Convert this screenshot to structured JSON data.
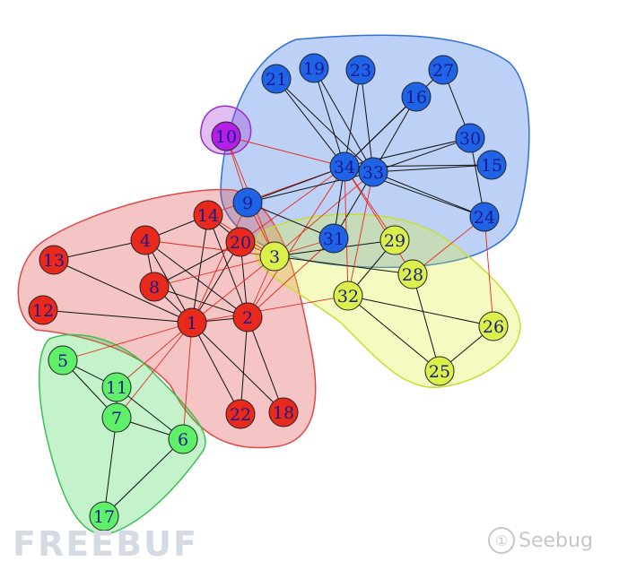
{
  "communities": [
    {
      "id": "blue",
      "fill": "#2f6fe0",
      "stroke": "#2f6fe0"
    },
    {
      "id": "red",
      "fill": "#e04848",
      "stroke": "#e04848"
    },
    {
      "id": "yellow",
      "fill": "#dcef3c",
      "stroke": "#c9dd33"
    },
    {
      "id": "green",
      "fill": "#46d65c",
      "stroke": "#3cbf52"
    },
    {
      "id": "purple",
      "fill": "#a633d8",
      "stroke": "#9a2fca"
    }
  ],
  "nodes": [
    {
      "id": "1",
      "community": "red"
    },
    {
      "id": "2",
      "community": "red"
    },
    {
      "id": "3",
      "community": "yellow"
    },
    {
      "id": "4",
      "community": "red"
    },
    {
      "id": "5",
      "community": "green"
    },
    {
      "id": "6",
      "community": "green"
    },
    {
      "id": "7",
      "community": "green"
    },
    {
      "id": "8",
      "community": "red"
    },
    {
      "id": "9",
      "community": "blue"
    },
    {
      "id": "10",
      "community": "purple"
    },
    {
      "id": "11",
      "community": "green"
    },
    {
      "id": "12",
      "community": "red"
    },
    {
      "id": "13",
      "community": "red"
    },
    {
      "id": "14",
      "community": "red"
    },
    {
      "id": "15",
      "community": "blue"
    },
    {
      "id": "16",
      "community": "blue"
    },
    {
      "id": "17",
      "community": "green"
    },
    {
      "id": "18",
      "community": "red"
    },
    {
      "id": "19",
      "community": "blue"
    },
    {
      "id": "20",
      "community": "red"
    },
    {
      "id": "21",
      "community": "blue"
    },
    {
      "id": "22",
      "community": "red"
    },
    {
      "id": "23",
      "community": "blue"
    },
    {
      "id": "24",
      "community": "blue"
    },
    {
      "id": "25",
      "community": "yellow"
    },
    {
      "id": "26",
      "community": "yellow"
    },
    {
      "id": "27",
      "community": "blue"
    },
    {
      "id": "28",
      "community": "yellow"
    },
    {
      "id": "29",
      "community": "yellow"
    },
    {
      "id": "30",
      "community": "blue"
    },
    {
      "id": "31",
      "community": "blue"
    },
    {
      "id": "32",
      "community": "yellow"
    },
    {
      "id": "33",
      "community": "blue"
    },
    {
      "id": "34",
      "community": "blue"
    }
  ],
  "node_colors": {
    "blue": "#1f63e6",
    "red": "#e8291c",
    "yellow": "#dcf04a",
    "green": "#5ff06a",
    "purple": "#b51ee6",
    "label": "#1a1a8c",
    "outline": "#222222"
  },
  "edge_colors": {
    "intra": "#111111",
    "inter": "#e8291c"
  },
  "edges": [
    [
      "1",
      "2"
    ],
    [
      "1",
      "4"
    ],
    [
      "1",
      "8"
    ],
    [
      "1",
      "12"
    ],
    [
      "1",
      "13"
    ],
    [
      "1",
      "14"
    ],
    [
      "1",
      "18"
    ],
    [
      "1",
      "20"
    ],
    [
      "1",
      "22"
    ],
    [
      "2",
      "4"
    ],
    [
      "2",
      "8"
    ],
    [
      "2",
      "14"
    ],
    [
      "2",
      "18"
    ],
    [
      "2",
      "20"
    ],
    [
      "2",
      "22"
    ],
    [
      "4",
      "8"
    ],
    [
      "4",
      "13"
    ],
    [
      "4",
      "14"
    ],
    [
      "8",
      "20"
    ],
    [
      "14",
      "20"
    ],
    [
      "1",
      "3"
    ],
    [
      "2",
      "3"
    ],
    [
      "8",
      "3"
    ],
    [
      "4",
      "3"
    ],
    [
      "14",
      "3"
    ],
    [
      "20",
      "3"
    ],
    [
      "1",
      "5"
    ],
    [
      "1",
      "6"
    ],
    [
      "1",
      "7"
    ],
    [
      "1",
      "11"
    ],
    [
      "1",
      "9"
    ],
    [
      "1",
      "32"
    ],
    [
      "2",
      "31"
    ],
    [
      "2",
      "34"
    ],
    [
      "20",
      "34"
    ],
    [
      "3",
      "33"
    ],
    [
      "3",
      "9"
    ],
    [
      "3",
      "10"
    ],
    [
      "14",
      "34"
    ],
    [
      "5",
      "7"
    ],
    [
      "5",
      "11"
    ],
    [
      "6",
      "7"
    ],
    [
      "6",
      "11"
    ],
    [
      "6",
      "17"
    ],
    [
      "7",
      "17"
    ],
    [
      "7",
      "11"
    ],
    [
      "9",
      "34"
    ],
    [
      "9",
      "33"
    ],
    [
      "9",
      "31"
    ],
    [
      "10",
      "34"
    ],
    [
      "10",
      "9"
    ],
    [
      "15",
      "33"
    ],
    [
      "15",
      "34"
    ],
    [
      "16",
      "33"
    ],
    [
      "16",
      "34"
    ],
    [
      "19",
      "33"
    ],
    [
      "19",
      "34"
    ],
    [
      "21",
      "33"
    ],
    [
      "21",
      "34"
    ],
    [
      "23",
      "33"
    ],
    [
      "23",
      "34"
    ],
    [
      "24",
      "30"
    ],
    [
      "24",
      "33"
    ],
    [
      "24",
      "34"
    ],
    [
      "27",
      "30"
    ],
    [
      "27",
      "34"
    ],
    [
      "30",
      "33"
    ],
    [
      "30",
      "34"
    ],
    [
      "31",
      "33"
    ],
    [
      "31",
      "34"
    ],
    [
      "33",
      "34"
    ],
    [
      "3",
      "29"
    ],
    [
      "3",
      "28"
    ],
    [
      "29",
      "32"
    ],
    [
      "28",
      "25"
    ],
    [
      "25",
      "32"
    ],
    [
      "26",
      "32"
    ],
    [
      "25",
      "26"
    ],
    [
      "29",
      "34"
    ],
    [
      "28",
      "34"
    ],
    [
      "32",
      "33"
    ],
    [
      "32",
      "34"
    ],
    [
      "24",
      "28"
    ],
    [
      "24",
      "26"
    ],
    [
      "3",
      "31"
    ]
  ],
  "watermarks": {
    "freebuf": "FREEBUF",
    "seebug": "Seebug",
    "seebug_logo": "①"
  }
}
